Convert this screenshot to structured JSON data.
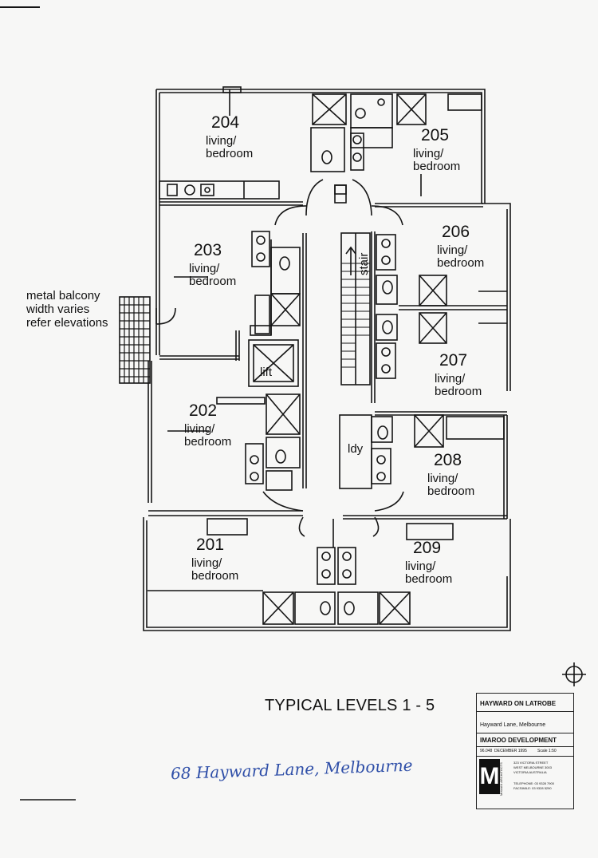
{
  "units": [
    {
      "num": "204",
      "sub": "living/\nbedroom"
    },
    {
      "num": "205",
      "sub": "living/\nbedroom"
    },
    {
      "num": "206",
      "sub": "living/\nbedroom"
    },
    {
      "num": "203",
      "sub": "living/\nbedroom"
    },
    {
      "num": "207",
      "sub": "living/\nbedroom"
    },
    {
      "num": "202",
      "sub": "living/\nbedroom"
    },
    {
      "num": "208",
      "sub": "living/\nbedroom"
    },
    {
      "num": "201",
      "sub": "living/\nbedroom"
    },
    {
      "num": "209",
      "sub": "living/\nbedroom"
    }
  ],
  "labels": {
    "balcony_note": "metal balcony\nwidth varies\nrefer elevations",
    "lift": "lift",
    "stair": "stair",
    "laundry": "ldy"
  },
  "drawing_title": "TYPICAL LEVELS 1 - 5",
  "handwritten_note": "68 Hayward Lane, Melbourne",
  "title_block": {
    "project": "HAYWARD ON LATROBE",
    "address": "Hayward Lane, Melbourne",
    "client": "IMAROO DEVELOPMENT",
    "drawing_no": "96.048",
    "date": "DECEMBER 1995",
    "scale": "Scale 1:50",
    "firm_address": "323 VICTORIA STREET\nWEST MELBOURNE 3003\nVICTORIA AUSTRALIA",
    "phone": "TELEPHONE: 03 9328 7900\nFACSIMILE: 03 9328 5290",
    "logo_letter": "M",
    "firm_name": "MIXAAN ARCHITECTS"
  },
  "colors": {
    "ink": "#111111",
    "handwriting": "#2f4fa8"
  }
}
